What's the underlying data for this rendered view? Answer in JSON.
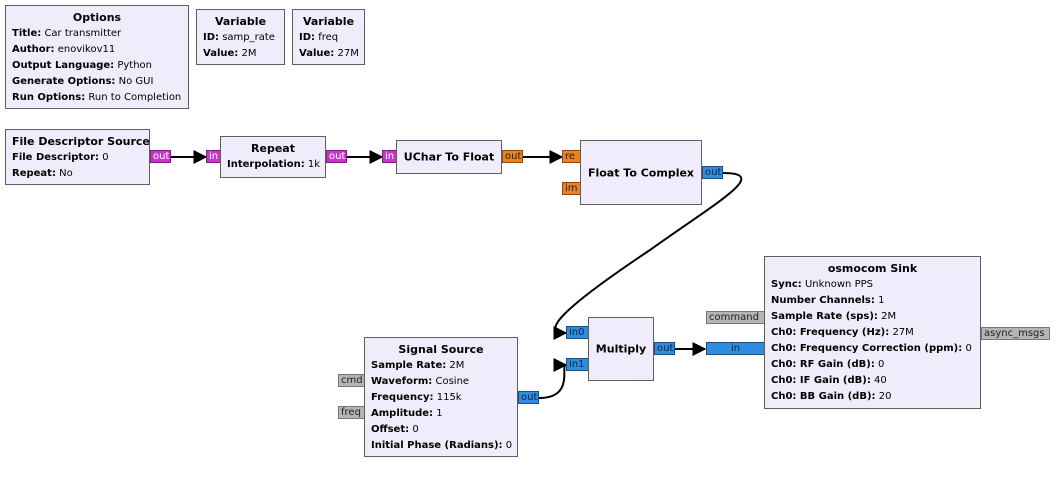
{
  "options": {
    "title": "Options",
    "rows": [
      {
        "label": "Title:",
        "value": "Car transmitter"
      },
      {
        "label": "Author:",
        "value": "enovikov11"
      },
      {
        "label": "Output Language:",
        "value": "Python"
      },
      {
        "label": "Generate Options:",
        "value": "No GUI"
      },
      {
        "label": "Run Options:",
        "value": "Run to Completion"
      }
    ]
  },
  "variable_samp_rate": {
    "title": "Variable",
    "rows": [
      {
        "label": "ID:",
        "value": "samp_rate"
      },
      {
        "label": "Value:",
        "value": "2M"
      }
    ]
  },
  "variable_freq": {
    "title": "Variable",
    "rows": [
      {
        "label": "ID:",
        "value": "freq"
      },
      {
        "label": "Value:",
        "value": "27M"
      }
    ]
  },
  "file_descriptor_source": {
    "title": "File Descriptor Source",
    "rows": [
      {
        "label": "File Descriptor:",
        "value": "0"
      },
      {
        "label": "Repeat:",
        "value": "No"
      }
    ],
    "ports": {
      "out": "out"
    }
  },
  "repeat": {
    "title": "Repeat",
    "rows": [
      {
        "label": "Interpolation:",
        "value": "1k"
      }
    ],
    "ports": {
      "in": "in",
      "out": "out"
    }
  },
  "uchar_to_float": {
    "title": "UChar To Float",
    "ports": {
      "in": "in",
      "out": "out"
    }
  },
  "float_to_complex": {
    "title": "Float To Complex",
    "ports": {
      "re": "re",
      "im": "im",
      "out": "out"
    }
  },
  "signal_source": {
    "title": "Signal Source",
    "rows": [
      {
        "label": "Sample Rate:",
        "value": "2M"
      },
      {
        "label": "Waveform:",
        "value": "Cosine"
      },
      {
        "label": "Frequency:",
        "value": "115k"
      },
      {
        "label": "Amplitude:",
        "value": "1"
      },
      {
        "label": "Offset:",
        "value": "0"
      },
      {
        "label": "Initial Phase (Radians):",
        "value": "0"
      }
    ],
    "ports": {
      "cmd": "cmd",
      "freq": "freq",
      "out": "out"
    }
  },
  "multiply": {
    "title": "Multiply",
    "ports": {
      "in0": "in0",
      "in1": "in1",
      "out": "out"
    }
  },
  "osmocom_sink": {
    "title": "osmocom Sink",
    "rows": [
      {
        "label": "Sync:",
        "value": "Unknown PPS"
      },
      {
        "label": "Number Channels:",
        "value": "1"
      },
      {
        "label": "Sample Rate (sps):",
        "value": "2M"
      },
      {
        "label": "Ch0: Frequency (Hz):",
        "value": "27M"
      },
      {
        "label": "Ch0: Frequency Correction (ppm):",
        "value": "0"
      },
      {
        "label": "Ch0: RF Gain (dB):",
        "value": "0"
      },
      {
        "label": "Ch0: IF Gain (dB):",
        "value": "40"
      },
      {
        "label": "Ch0: BB Gain (dB):",
        "value": "20"
      }
    ],
    "ports": {
      "command": "command",
      "in": "in",
      "async_msgs": "async_msgs"
    }
  },
  "colors": {
    "block_fill": "#f1ecfb",
    "byte_port": "#cc33cc",
    "float_port": "#f0801a",
    "complex_port": "#2f8ce0",
    "message_port": "#b5b5b5"
  }
}
